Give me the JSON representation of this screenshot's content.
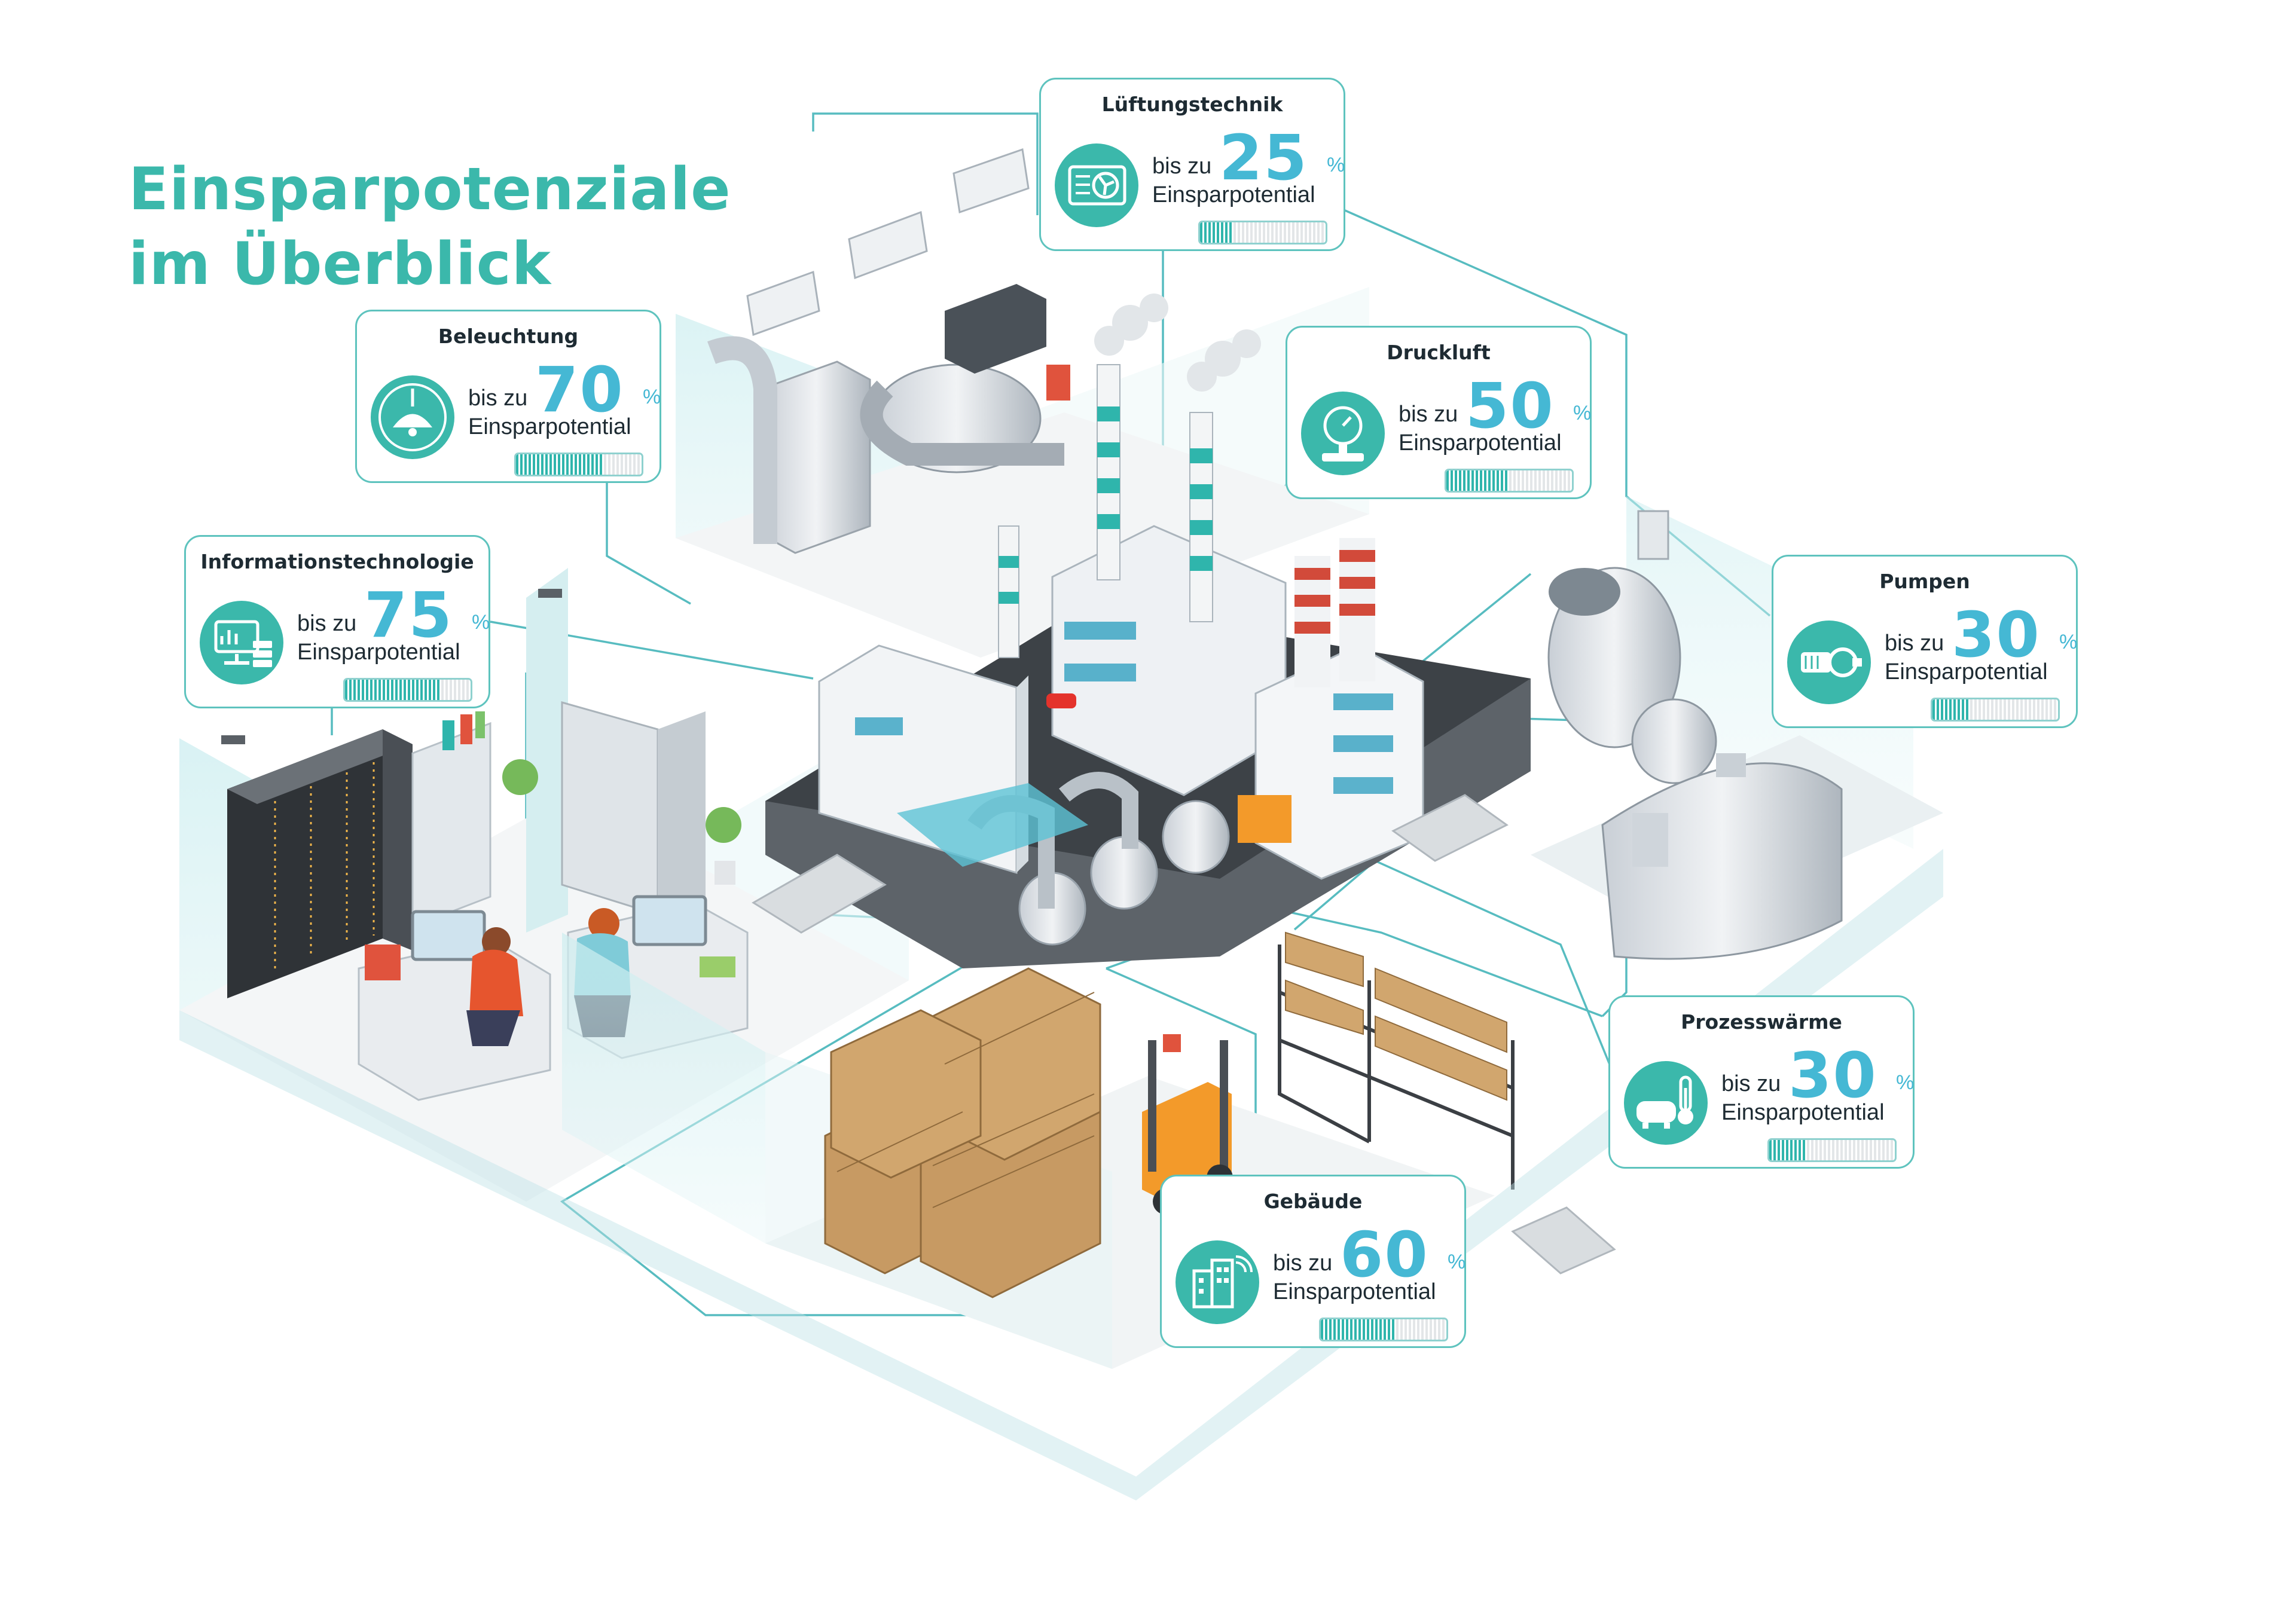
{
  "title": {
    "line1": "Einsparpotenziale",
    "line2": "im Überblick"
  },
  "colors": {
    "accent": "#3bb8ab",
    "number": "#45b8d4",
    "border": "#5ec3be"
  },
  "cards": {
    "lueftung": {
      "title": "Lüftungstechnik",
      "bis": "bis zu",
      "value": "25",
      "unit": "%",
      "label": "Einsparpotential",
      "fraction": 0.25,
      "icon": "ventilation-icon"
    },
    "beleucht": {
      "title": "Beleuchtung",
      "bis": "bis zu",
      "value": "70",
      "unit": "%",
      "label": "Einsparpotential",
      "fraction": 0.7,
      "icon": "ceiling-lamp-icon"
    },
    "druckluft": {
      "title": "Druckluft",
      "bis": "bis zu",
      "value": "50",
      "unit": "%",
      "label": "Einsparpotential",
      "fraction": 0.5,
      "icon": "pressure-gauge-icon"
    },
    "it": {
      "title": "Informationstechnologie",
      "bis": "bis zu",
      "value": "75",
      "unit": "%",
      "label": "Einsparpotential",
      "fraction": 0.75,
      "icon": "monitor-server-icon"
    },
    "pumpen": {
      "title": "Pumpen",
      "bis": "bis zu",
      "value": "30",
      "unit": "%",
      "label": "Einsparpotential",
      "fraction": 0.3,
      "icon": "pump-icon"
    },
    "waerme": {
      "title": "Prozesswärme",
      "bis": "bis zu",
      "value": "30",
      "unit": "%",
      "label": "Einsparpotential",
      "fraction": 0.3,
      "icon": "thermometer-tank-icon"
    },
    "gebaeude": {
      "title": "Gebäude",
      "bis": "bis zu",
      "value": "60",
      "unit": "%",
      "label": "Einsparpotential",
      "fraction": 0.6,
      "icon": "smart-building-icon"
    }
  }
}
